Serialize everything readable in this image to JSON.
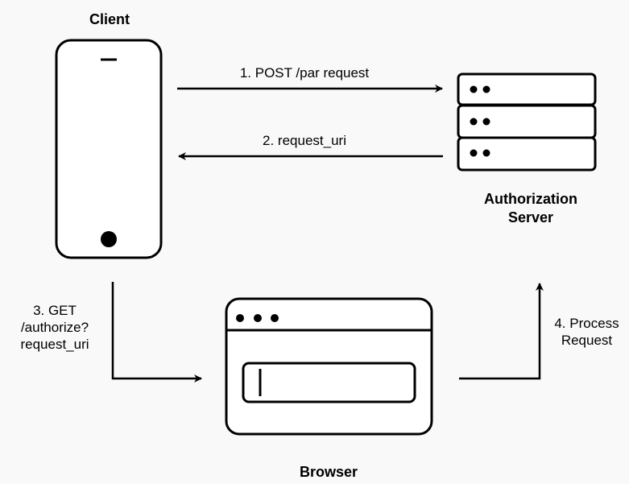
{
  "nodes": {
    "client": {
      "label": "Client",
      "icon": "smartphone-icon"
    },
    "auth_server": {
      "label_line1": "Authorization",
      "label_line2": "Server",
      "icon": "server-rack-icon"
    },
    "browser": {
      "label": "Browser",
      "icon": "browser-window-icon"
    }
  },
  "edges": {
    "post_par": {
      "label": "1. POST /par request"
    },
    "request_uri": {
      "label": "2. request_uri"
    },
    "get_authorize": {
      "line1": "3. GET",
      "line2": "/authorize?",
      "line3": "request_uri"
    },
    "process_request": {
      "line1": "4. Process",
      "line2": "Request"
    }
  },
  "colors": {
    "background": "#f9f9f9",
    "stroke": "#000000",
    "fill": "#ffffff"
  }
}
